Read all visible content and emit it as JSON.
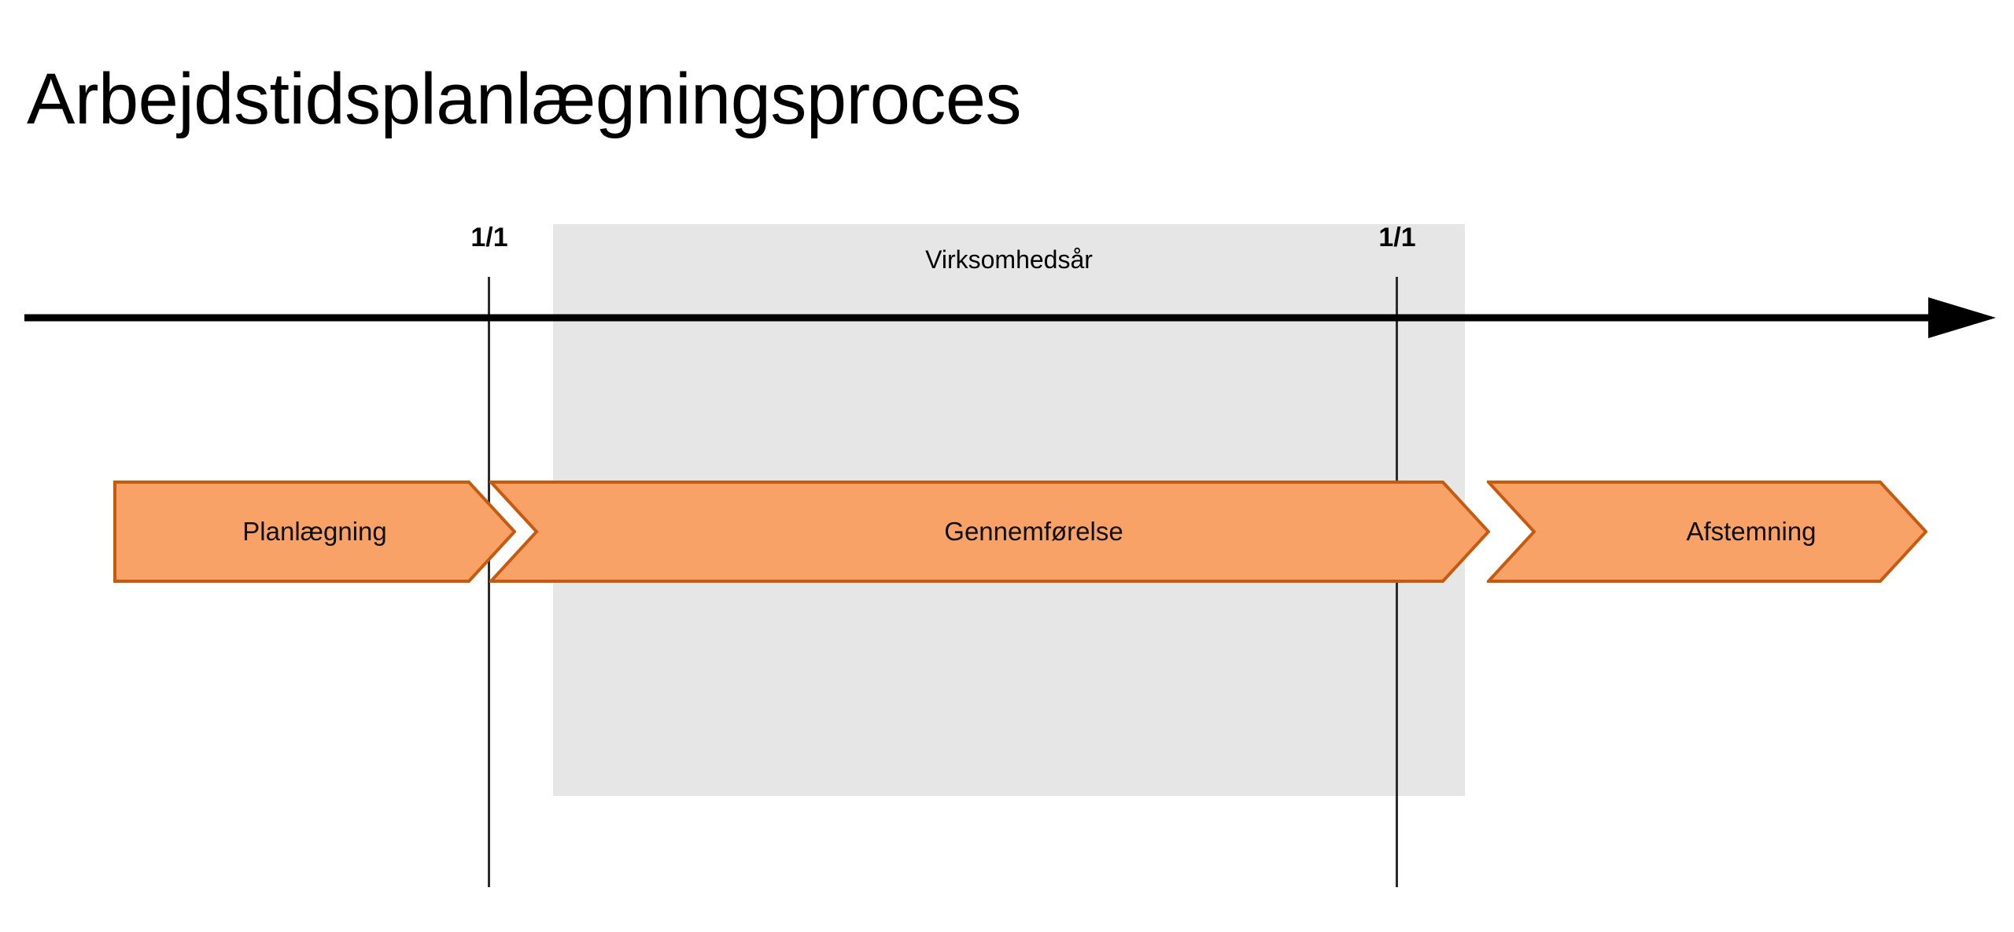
{
  "slide": {
    "title": "Arbejdstidsplanlægningsproces",
    "background_color": "#ffffff"
  },
  "timeline": {
    "axis_name": "time-axis-arrow",
    "axis_color": "#000000",
    "year_band": {
      "label": "Virksomhedsår",
      "fill_color": "#e6e6e6"
    },
    "markers": [
      {
        "label": "1/1",
        "position": "left"
      },
      {
        "label": "1/1",
        "position": "right"
      }
    ]
  },
  "process": {
    "fill_color": "#f8a268",
    "stroke_color": "#c55a11",
    "steps": [
      {
        "label": "Planlægning"
      },
      {
        "label": "Gennemførelse"
      },
      {
        "label": "Afstemning"
      }
    ]
  }
}
